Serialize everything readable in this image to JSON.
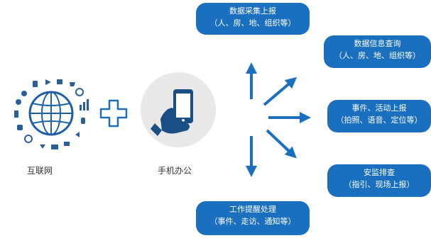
{
  "left": {
    "internet_label": "互联网",
    "mobile_label": "手机办公"
  },
  "features": {
    "collect": {
      "title": "数据采集上报",
      "sub": "（人、房、地、组织等）"
    },
    "query": {
      "title": "数据信息查询",
      "sub": "（人、房、地、组织等）"
    },
    "event": {
      "title": "事件、活动上报",
      "sub": "（拍照、语音、定位等）"
    },
    "inspect": {
      "title": "安监排查",
      "sub": "（指引、现场上报）"
    },
    "remind": {
      "title": "工作提醒处理",
      "sub": "（事件、走访、通知等）"
    }
  },
  "colors": {
    "accent": "#1a6fbf",
    "globe": "#1e5fa8",
    "icons": "#2a5f96",
    "plus_outline": "#1a6fbf",
    "phone_bg": "#e8e8e8",
    "phone_icon": "#1a4f86"
  }
}
